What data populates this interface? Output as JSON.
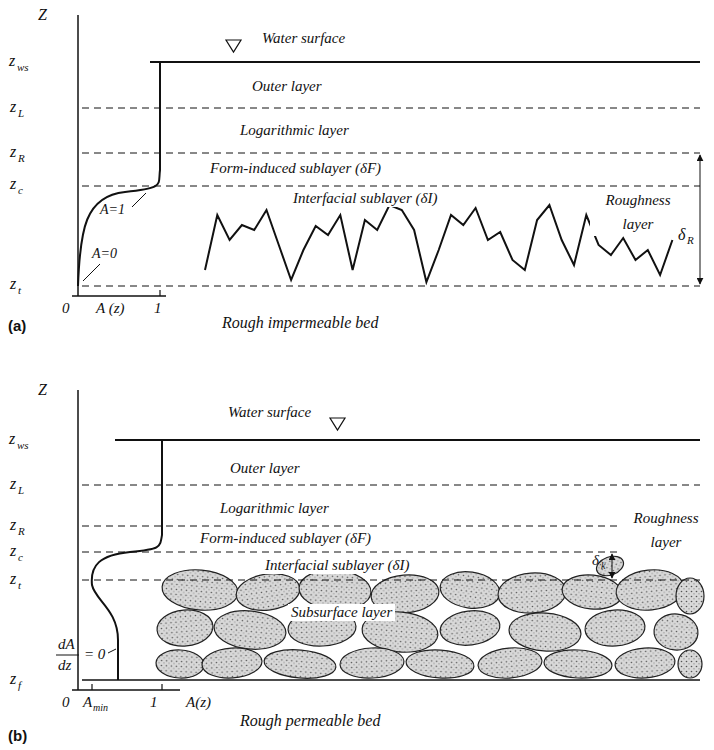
{
  "diagram": {
    "labels": [
      "Z",
      "z",
      "ws",
      "Water surface",
      "Outer layer",
      "z",
      "L",
      "Logarithmic layer",
      "z",
      "R",
      "Form-induced sublayer (δF)",
      "z",
      "c",
      "Interfacial  sublayer (δI)",
      "Roughness layer",
      "δ",
      "R",
      "A=1",
      "A=0",
      "z",
      "t",
      "0",
      "A (z)",
      "1",
      "(a)",
      "Rough impermeable bed",
      "Z",
      "z",
      "ws",
      "Water surface",
      "Outer layer",
      "z",
      "L",
      "Logarithmic layer",
      "z",
      "R",
      "Form-induced sublayer (δF)",
      "z",
      "c",
      "Roughness layer",
      "δ",
      "k",
      "Interfacial  sublayer (δI)",
      "z",
      "t",
      "Subsurface  layer",
      "dA",
      "dz",
      "= 0",
      "z",
      "f",
      "0",
      "A",
      "min",
      "1",
      "A(z)",
      "(b)",
      "Rough  permeable bed"
    ]
  }
}
